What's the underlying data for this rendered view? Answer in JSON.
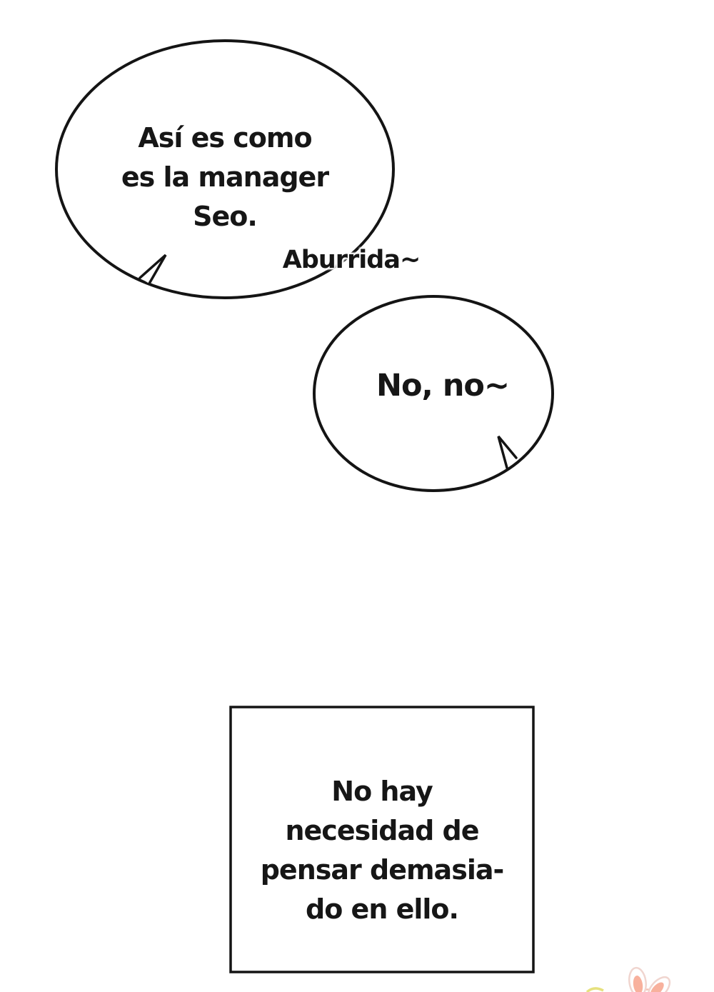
{
  "page": {
    "background_color": "#ffffff",
    "ink_color": "#141414"
  },
  "bubbles": [
    {
      "name": "speech-bubble-1",
      "shape": "ellipse",
      "tail_direction": "bottom-left",
      "lines": [
        "Así es como",
        "es la manager",
        "Seo."
      ]
    },
    {
      "name": "speech-bubble-2",
      "shape": "ellipse",
      "tail_direction": "bottom-right",
      "lines": [
        "No, no~"
      ]
    }
  ],
  "sfx": {
    "text": "Aburrida~"
  },
  "caption_box": {
    "shape": "rectangle",
    "lines": [
      "No hay",
      "necesidad de",
      "pensar demasia-",
      "do en ello."
    ]
  },
  "watermark": {
    "name": "bunny-ears",
    "colors": {
      "ear_fill": "#f8b19d",
      "ear_outline": "#f0d5cf",
      "head_accent": "#f6c3b6",
      "leaf_accent": "#e6e17e"
    }
  }
}
